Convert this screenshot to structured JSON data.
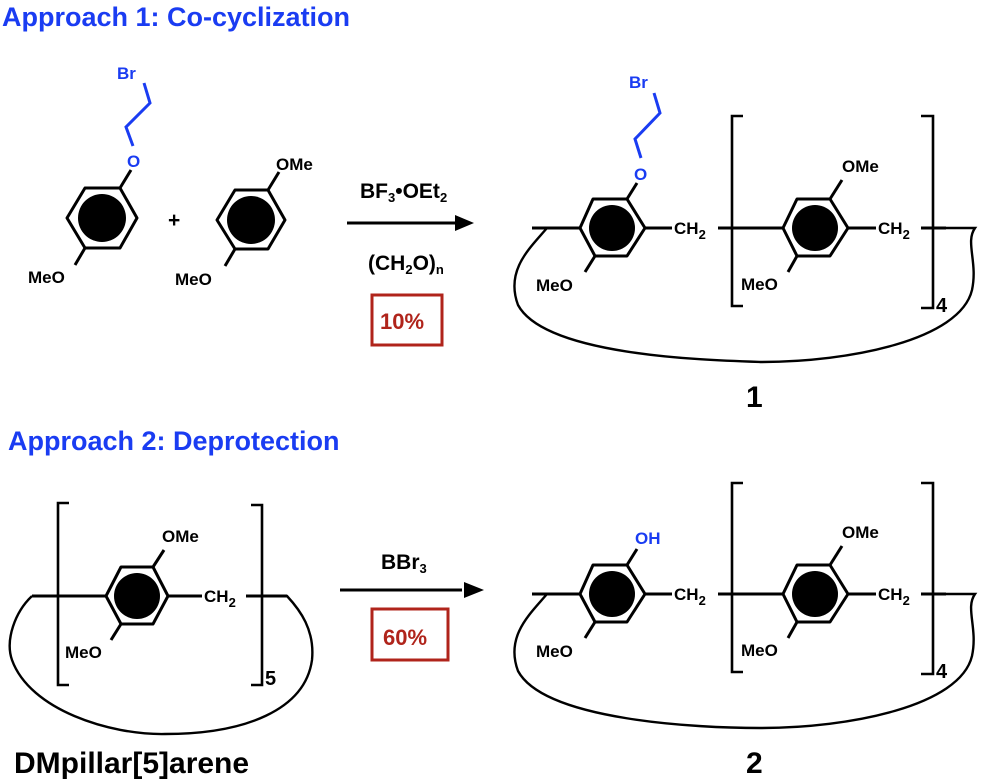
{
  "approach1": {
    "title": "Approach 1: Co-cyclization",
    "reactant1": {
      "substituent_top": "O",
      "chain_end": "Br",
      "substituent_bottom": "MeO"
    },
    "plus_sign": "+",
    "reactant2": {
      "substituent_top": "OMe",
      "substituent_bottom": "MeO"
    },
    "reagent_above": {
      "main": "BF",
      "sub1": "3",
      "dot": "•",
      "main2": "OEt",
      "sub2": "2"
    },
    "reagent_below": {
      "main": "(CH",
      "sub1": "2",
      "main2": "O)",
      "sub2": "n"
    },
    "yield": "10%",
    "product": {
      "label": "1",
      "chain_end": "Br",
      "unit1_top": "O",
      "unit1_bottom": "MeO",
      "linker": "CH",
      "linker_sub": "2",
      "repeat_top": "OMe",
      "repeat_bottom": "MeO",
      "repeat_count": "4"
    }
  },
  "approach2": {
    "title": "Approach 2: Deprotection",
    "reactant": {
      "label": "DMpillar[5]arene",
      "repeat_top": "OMe",
      "repeat_bottom": "MeO",
      "linker": "CH",
      "linker_sub": "2",
      "repeat_count": "5"
    },
    "reagent_above": {
      "main": "BBr",
      "sub1": "3"
    },
    "yield": "60%",
    "product": {
      "label": "2",
      "unit1_top": "OH",
      "unit1_bottom": "MeO",
      "linker": "CH",
      "linker_sub": "2",
      "repeat_top": "OMe",
      "repeat_bottom": "MeO",
      "repeat_count": "4"
    }
  },
  "colors": {
    "highlight": "#1a3cf2",
    "yield": "#b0241b",
    "structure": "#000000"
  }
}
